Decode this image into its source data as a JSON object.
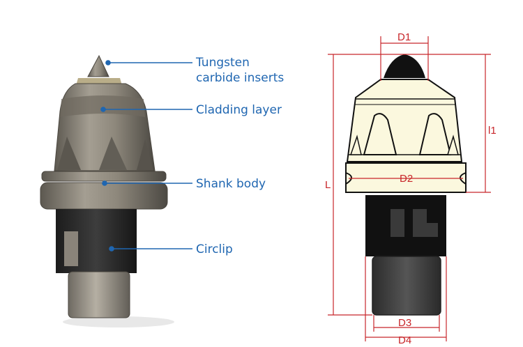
{
  "callouts": {
    "tungsten_line1": "Tungsten",
    "tungsten_line2": "carbide inserts",
    "cladding": "Cladding layer",
    "shank": "Shank body",
    "circlip": "Circlip"
  },
  "dimensions": {
    "d1": "D1",
    "d2": "D2",
    "d3": "D3",
    "d4": "D4",
    "l": "L",
    "l1": "l1"
  },
  "colors": {
    "callout_text": "#1f66b1",
    "callout_line": "#1f66b1",
    "dimension_line": "#c8262a",
    "body_fill": "#fbf8de",
    "tip_fill": "#111111",
    "shank_dark": "#3a3a3a",
    "photo_metal": "#8d877c"
  }
}
